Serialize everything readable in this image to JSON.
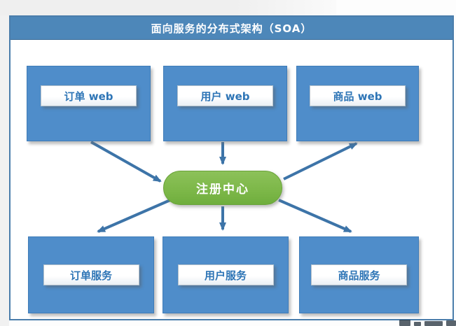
{
  "title": "面向服务的分布式架构（SOA）",
  "nodes": {
    "top": [
      {
        "id": "order-web",
        "label": "订单 web"
      },
      {
        "id": "user-web",
        "label": "用户 web"
      },
      {
        "id": "product-web",
        "label": "商品 web"
      }
    ],
    "center": {
      "id": "registry",
      "label": "注册中心"
    },
    "bottom": [
      {
        "id": "order-service",
        "label": "订单服务"
      },
      {
        "id": "user-service",
        "label": "用户服务"
      },
      {
        "id": "product-service",
        "label": "商品服务"
      }
    ]
  },
  "edges": [
    {
      "from": "订单 web",
      "to": "注册中心"
    },
    {
      "from": "用户 web",
      "to": "注册中心"
    },
    {
      "from": "注册中心",
      "to": "商品 web"
    },
    {
      "from": "注册中心",
      "to": "订单服务"
    },
    {
      "from": "注册中心",
      "to": "用户服务"
    },
    {
      "from": "注册中心",
      "to": "商品服务"
    }
  ],
  "colors": {
    "frame_border": "#4a7dab",
    "titlebar_bg": "#4d87b9",
    "titlebar_border": "#3a6b96",
    "box_bg": "#4f8dca",
    "box_border": "#3f7cb8",
    "label_text": "#2e75b6",
    "label_border": "#b6c2cc",
    "pill_bg": "#7cb748",
    "pill_border": "#69a339",
    "arrow": "#3d74a8"
  }
}
